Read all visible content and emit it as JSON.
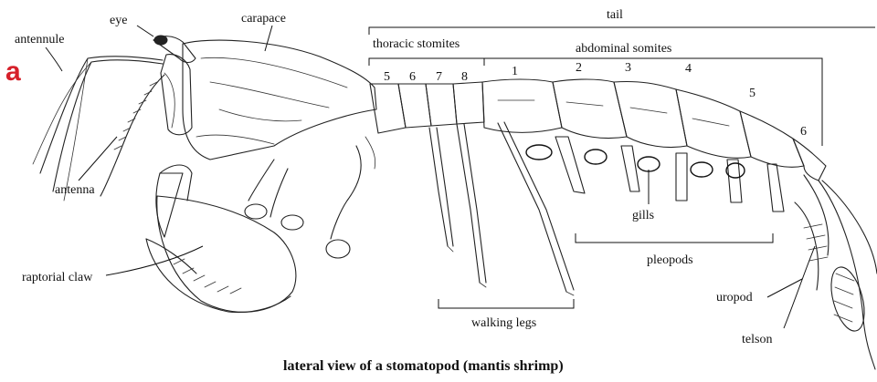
{
  "panel_label": "a",
  "colors": {
    "panel_label": "#d6202a",
    "ink": "#222222"
  },
  "labels": {
    "antennule": "antennule",
    "eye": "eye",
    "carapace": "carapace",
    "tail": "tail",
    "thoracic_somites": "thoracic stomites",
    "abdominal_somites": "abdominal somites",
    "antenna": "antenna",
    "raptorial_claw": "raptorial claw",
    "gills": "gills",
    "pleopods": "pleopods",
    "uropod": "uropod",
    "walking_legs": "walking legs",
    "telson": "telson"
  },
  "thoracic_numbers": [
    "5",
    "6",
    "7",
    "8"
  ],
  "abdominal_numbers": [
    "1",
    "2",
    "3",
    "4",
    "5",
    "6"
  ],
  "caption": "lateral view of a stomatopod (mantis shrimp)"
}
